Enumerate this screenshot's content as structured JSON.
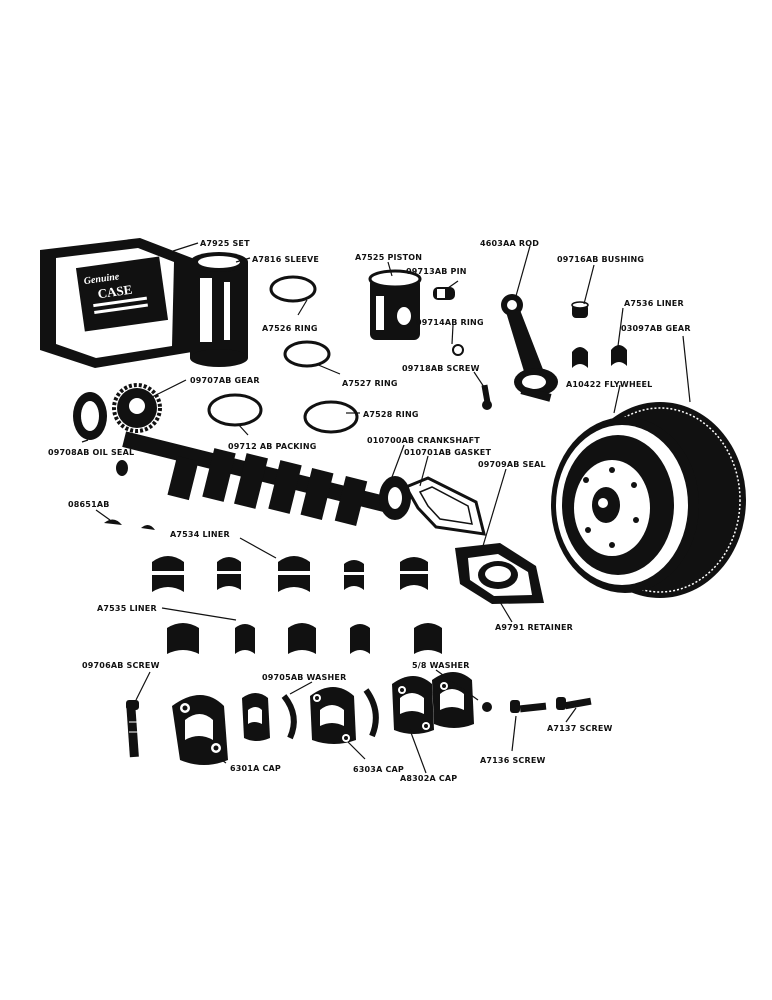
{
  "labels": {
    "a7925_set": "A7925 SET",
    "a7816_sleeve": "A7816 SLEEVE",
    "a7526_ring": "A7526 RING",
    "a7527_ring": "A7527 RING",
    "a7528_ring": "A7528 RING",
    "a7525_piston": "A7525 PISTON",
    "p09713ab_pin": "09713AB PIN",
    "p09714ab_ring": "09714AB RING",
    "p09718ab_screw": "09718AB SCREW",
    "rod_4603aa": "4603AA ROD",
    "p09716ab_bushing": "09716AB BUSHING",
    "a7536_liner": "A7536 LINER",
    "gear_03097ab": "03097AB GEAR",
    "a10422_flywheel": "A10422 FLYWHEEL",
    "p09707ab_gear": "09707AB GEAR",
    "p09708ab_oil_seal": "09708AB OIL SEAL",
    "p09712ab_packing": "09712 AB PACKING",
    "p010700ab_crankshaft": "010700AB CRANKSHAFT",
    "p010701ab_gasket": "010701AB GASKET",
    "p09709ab_seal": "09709AB SEAL",
    "p08651ab": "08651AB",
    "a7534_liner": "A7534 LINER",
    "a7535_liner": "A7535 LINER",
    "a9791_retainer": "A9791 RETAINER",
    "p09706ab_screw": "09706AB SCREW",
    "p09705ab_washer": "09705AB WASHER",
    "washer_5_8": "5/8 WASHER",
    "cap_6301a": "6301A CAP",
    "cap_6303a": "6303A CAP",
    "cap_a8302a": "A8302A CAP",
    "a7136_screw": "A7136 SCREW",
    "a7137_screw": "A7137 SCREW"
  },
  "set_box": {
    "line1": "Genuine",
    "line2": "CASE"
  },
  "colors": {
    "ink": "#111111",
    "paper": "#ffffff"
  }
}
